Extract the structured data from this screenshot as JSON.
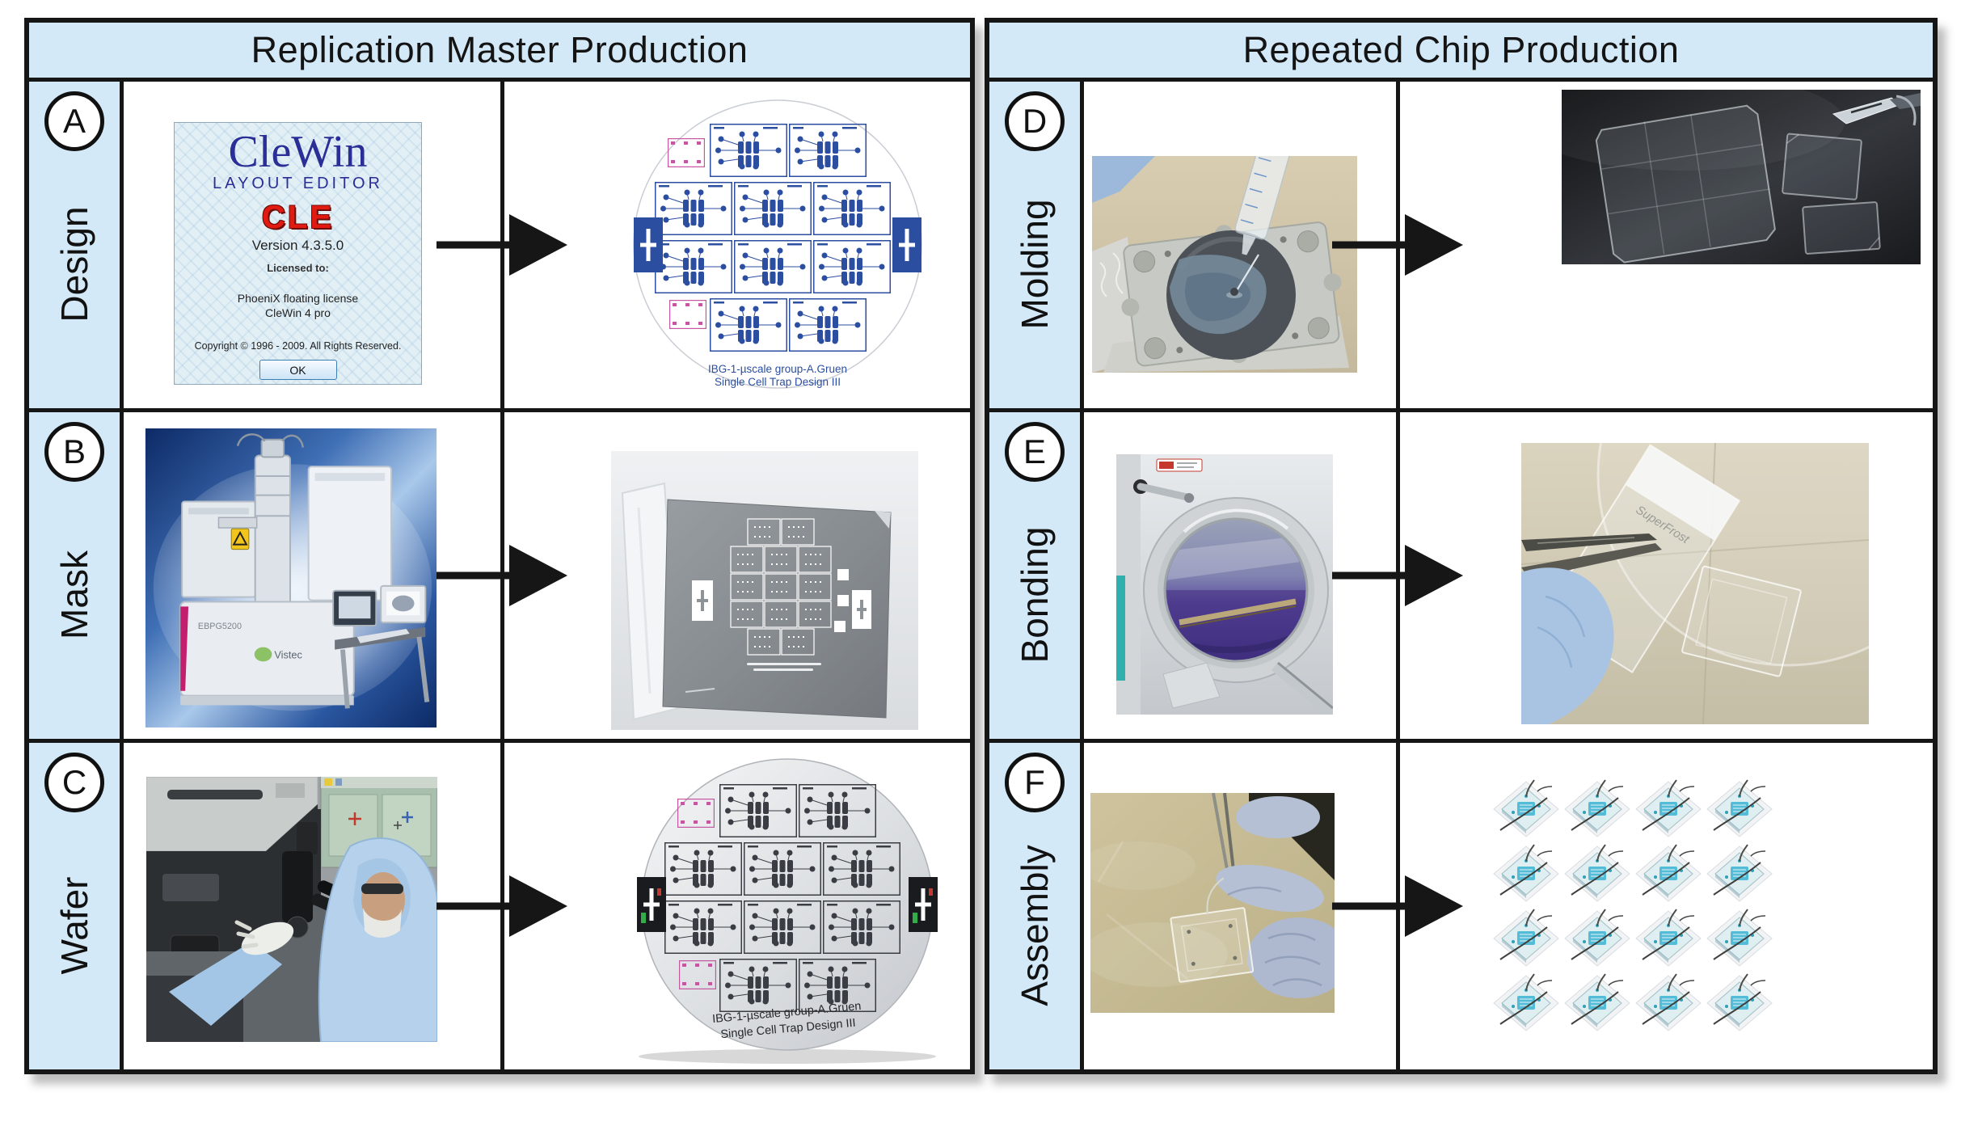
{
  "figure": {
    "panels": [
      {
        "header": "Replication Master Production",
        "rows": [
          {
            "letter": "A",
            "label": "Design"
          },
          {
            "letter": "B",
            "label": "Mask"
          },
          {
            "letter": "C",
            "label": "Wafer"
          }
        ]
      },
      {
        "header": "Repeated Chip Production",
        "rows": [
          {
            "letter": "D",
            "label": "Molding"
          },
          {
            "letter": "E",
            "label": "Bonding"
          },
          {
            "letter": "F",
            "label": "Assembly"
          }
        ]
      }
    ]
  },
  "clewin_splash": {
    "title": "CleWin",
    "subtitle": "LAYOUT EDITOR",
    "logo": "CLE",
    "version": "Version 4.3.5.0",
    "licensed_to": "Licensed to:",
    "license_line1": "PhoeniX floating license",
    "license_line2": "CleWin 4 pro",
    "copyright": "Copyright © 1996 - 2009. All Rights Reserved.",
    "ok_label": "OK"
  },
  "wafer_label": {
    "line1": "IBG-1-µscale group-A.Gruen",
    "line2": "Single Cell Trap Design III"
  },
  "mask_writer": {
    "model": "EBPG5200",
    "brand": "Vistec"
  },
  "bond_slide": {
    "brand": "SuperFrost"
  },
  "colors": {
    "panel_header_bg": "#d3e9f7",
    "grid_line": "#161616",
    "layout_blue": "#2b4ea0",
    "layout_pink": "#c457a0",
    "plasma_purple": "#5747a0",
    "glove_blue": "#a9c4e2",
    "chip_teal": "#45b6d3"
  }
}
